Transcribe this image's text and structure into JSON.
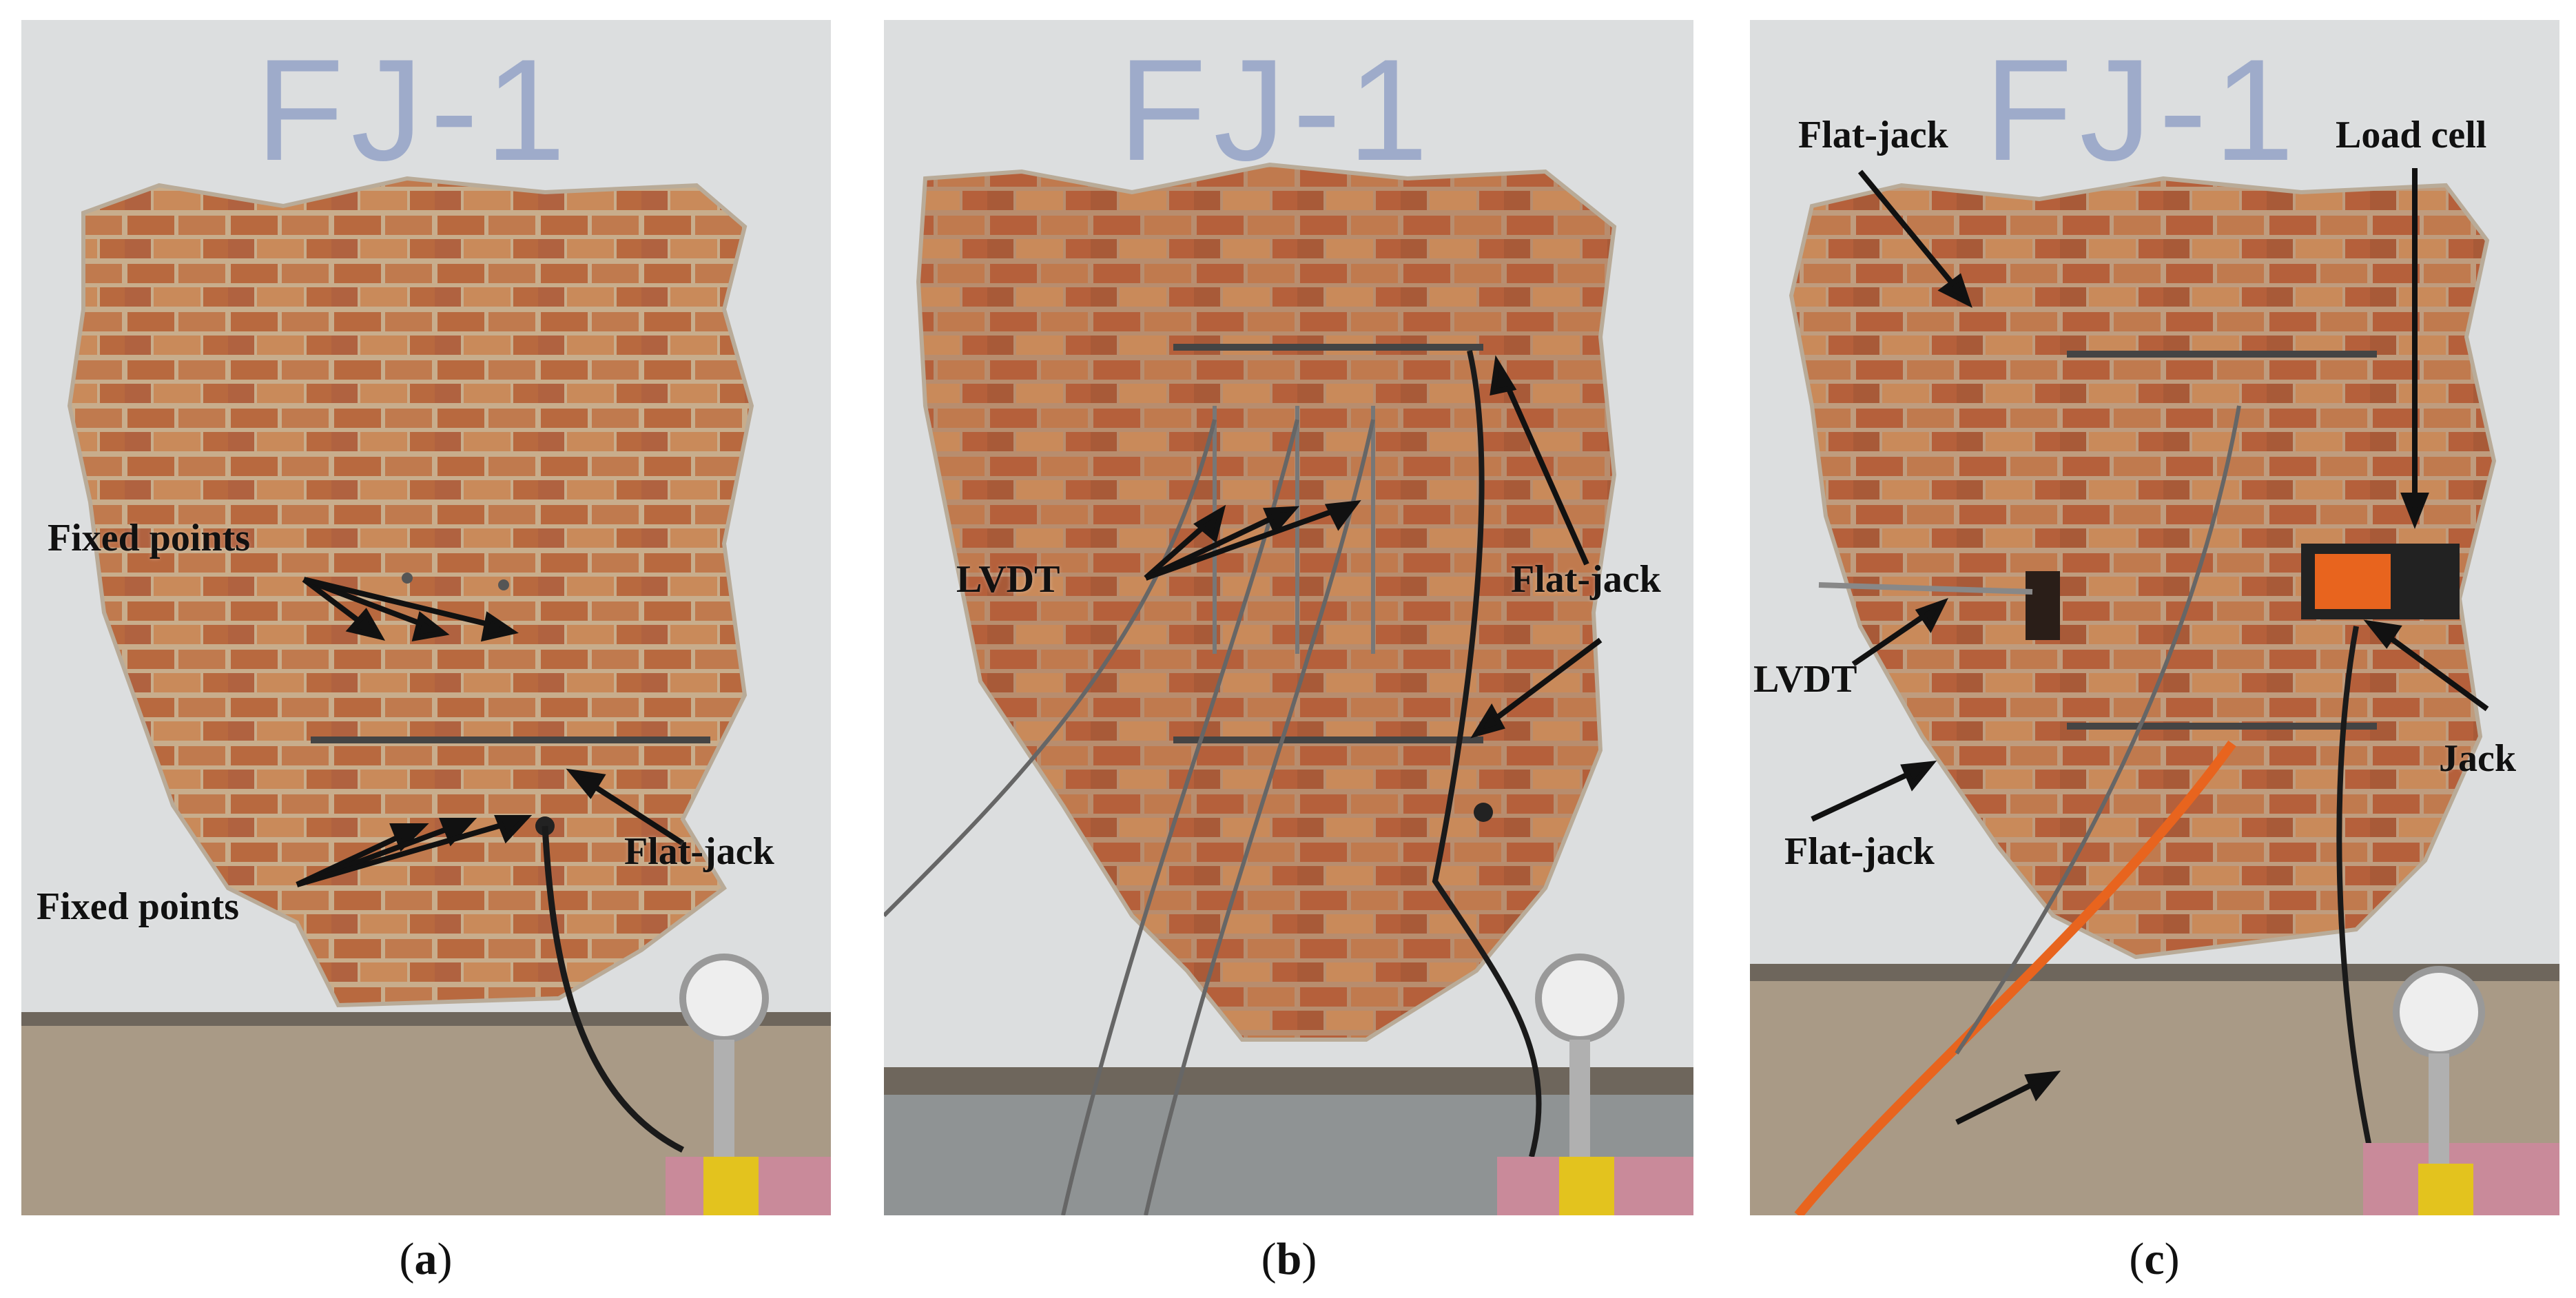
{
  "wall_label": "FJ-1",
  "panels": {
    "a": {
      "caption_letter": "a",
      "labels": {
        "fixed_points_top": "Fixed points",
        "fixed_points_bottom": "Fixed points",
        "flat_jack": "Flat-jack"
      }
    },
    "b": {
      "caption_letter": "b",
      "labels": {
        "lvdt": "LVDT",
        "flat_jack": "Flat-jack"
      }
    },
    "c": {
      "caption_letter": "c",
      "labels": {
        "flat_jack_top": "Flat-jack",
        "load_cell": "Load cell",
        "lvdt": "LVDT",
        "jack": "Jack",
        "flat_jack_bottom": "Flat-jack"
      }
    }
  },
  "colors": {
    "wall": "#dcdedf",
    "plaster": "#c9b89c",
    "brick": "#b8693f",
    "mortar": "#cdb99a",
    "floor": "#a99a86",
    "gauge_pad": "#c98a9a",
    "hose_orange": "#e8641e"
  }
}
